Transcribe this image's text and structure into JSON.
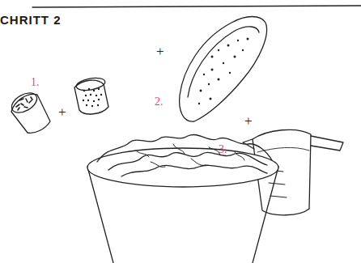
{
  "diagram": {
    "title": "CHRITT 2",
    "labels": [
      "+",
      "1.",
      "2.",
      "+",
      "+",
      "3."
    ]
  }
}
